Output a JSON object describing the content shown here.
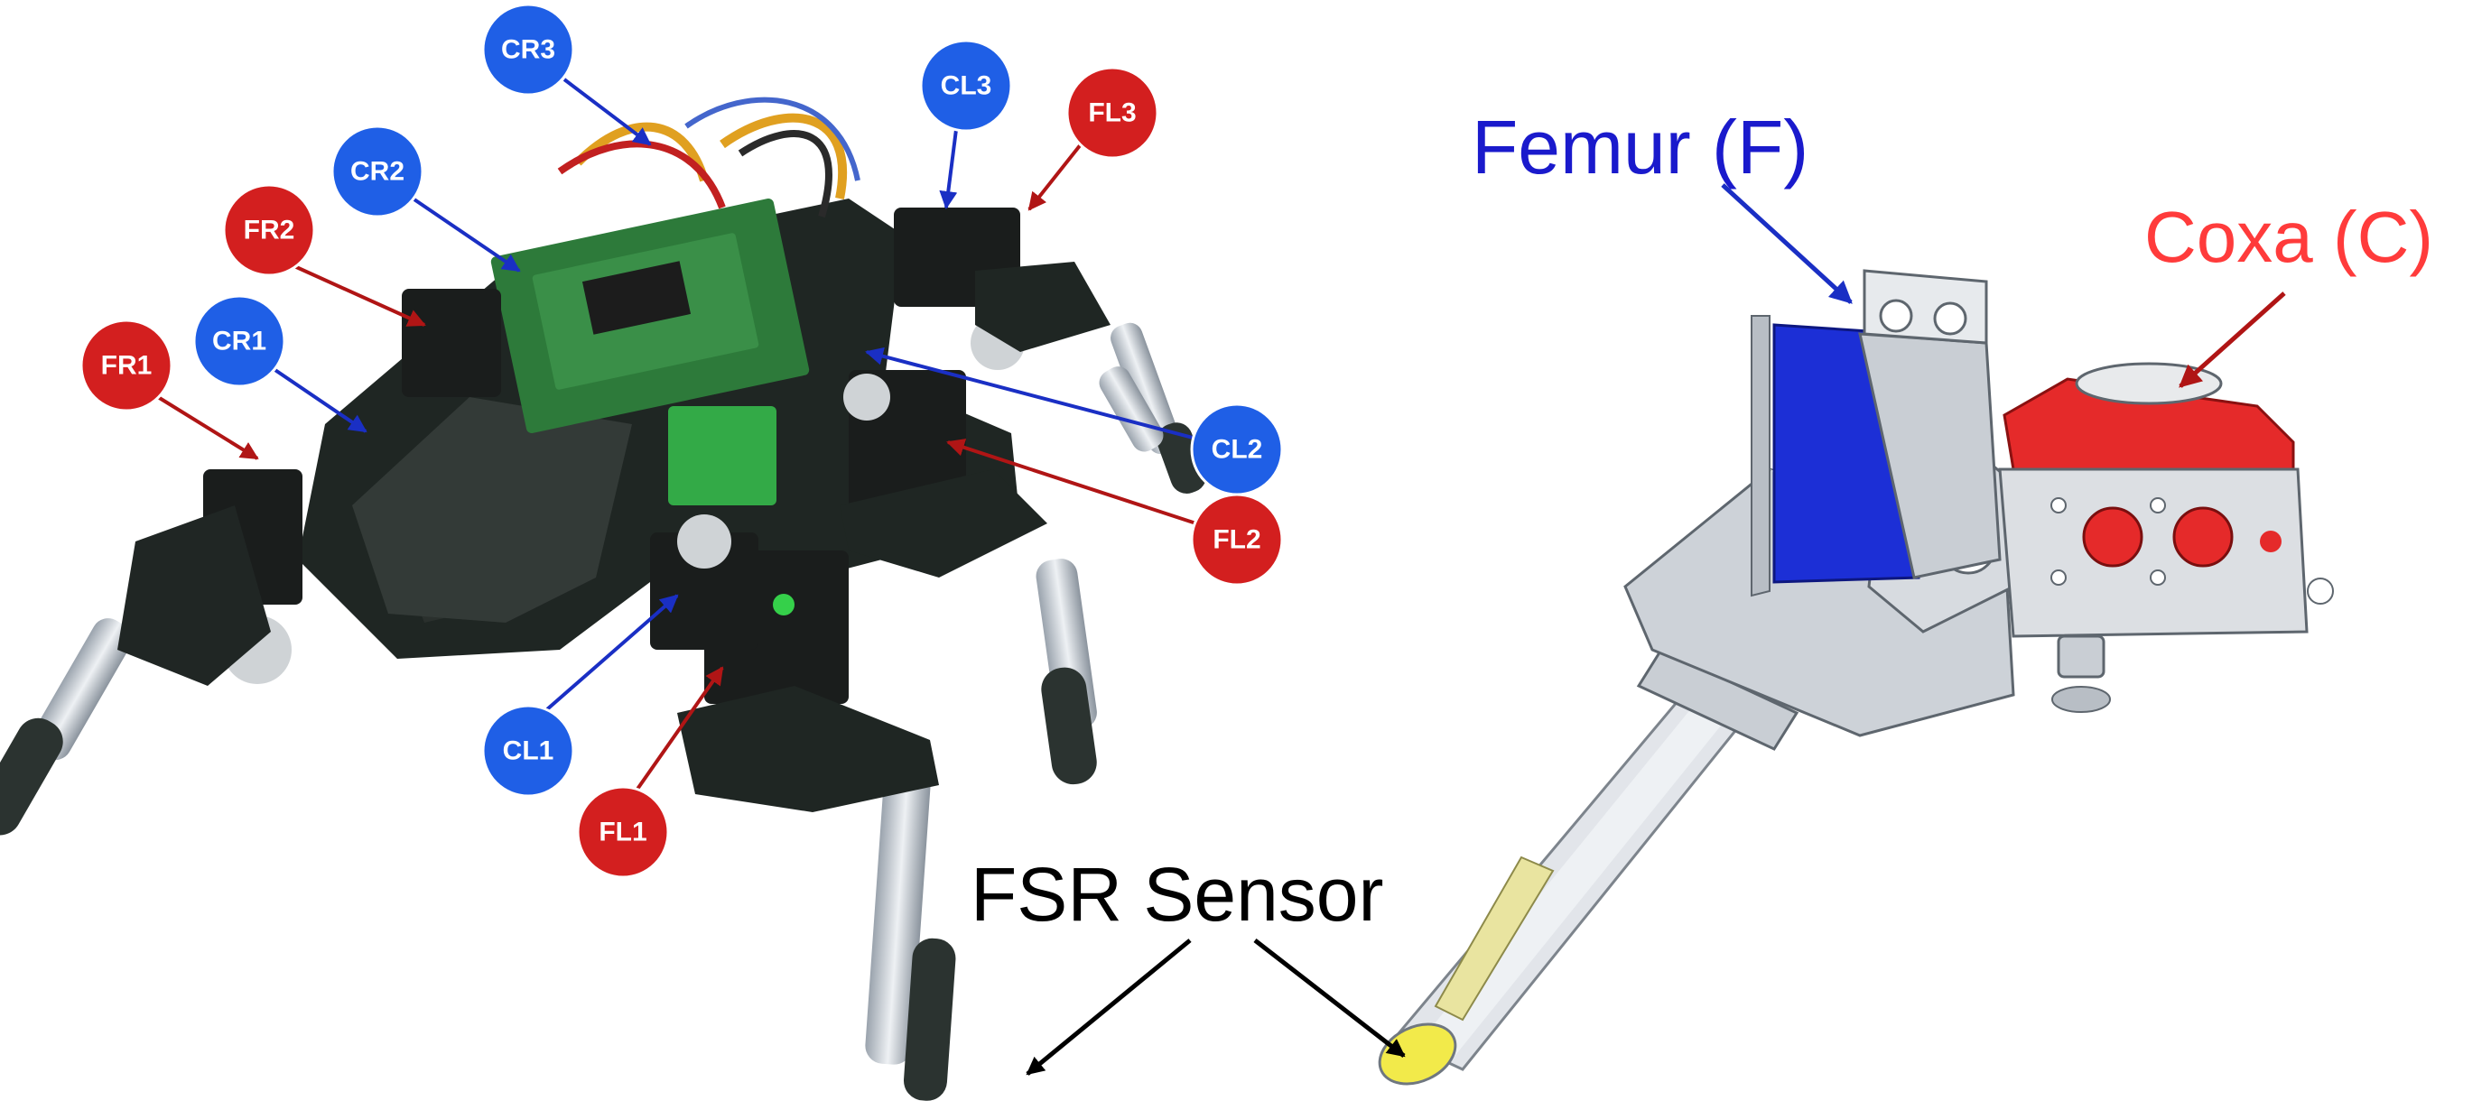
{
  "legs": {
    "CR3": {
      "label": "CR3",
      "group": "coxa"
    },
    "CL3": {
      "label": "CL3",
      "group": "coxa"
    },
    "FL3": {
      "label": "FL3",
      "group": "femur"
    },
    "CR2": {
      "label": "CR2",
      "group": "coxa"
    },
    "FR2": {
      "label": "FR2",
      "group": "femur"
    },
    "CR1": {
      "label": "CR1",
      "group": "coxa"
    },
    "FR1": {
      "label": "FR1",
      "group": "femur"
    },
    "CL2": {
      "label": "CL2",
      "group": "coxa"
    },
    "FL2": {
      "label": "FL2",
      "group": "femur"
    },
    "CL1": {
      "label": "CL1",
      "group": "coxa"
    },
    "FL1": {
      "label": "FL1",
      "group": "femur"
    }
  },
  "labels": {
    "femur": "Femur (F)",
    "coxa": "Coxa (C)",
    "fsr_sensor": "FSR Sensor"
  },
  "colors": {
    "coxa_badge": "#1f5fe6",
    "femur_badge": "#d31f1f",
    "femur_text": "#1a1acc",
    "coxa_text": "#ff3b3b",
    "femur_part": "#1c2fd6",
    "coxa_part": "#e52a2a",
    "arrow_blue": "#1a2fc4",
    "arrow_red": "#b01515",
    "arrow_black": "#000000"
  }
}
